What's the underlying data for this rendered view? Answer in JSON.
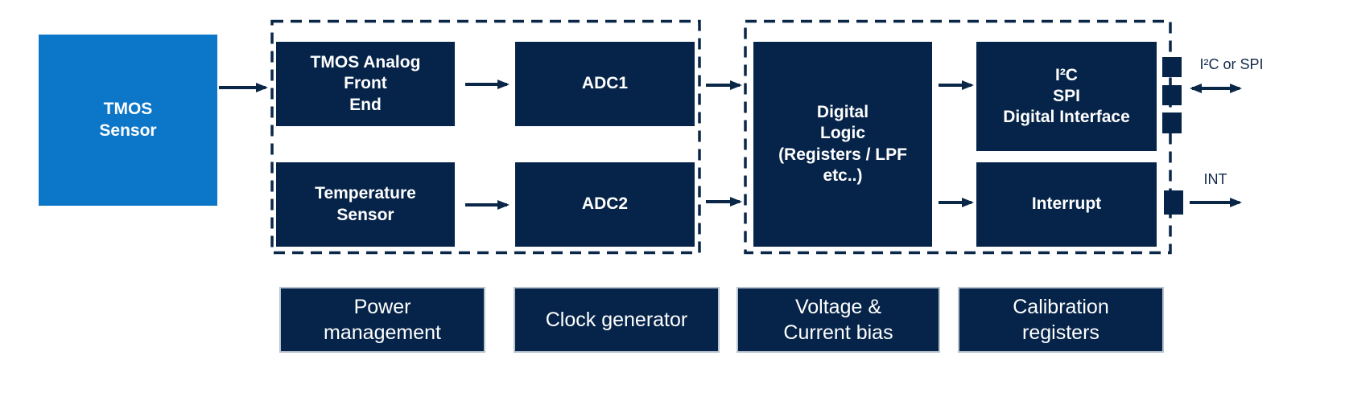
{
  "diagram": {
    "blocks": {
      "tmos_sensor": "TMOS\nSensor",
      "afe": "TMOS Analog\nFront\nEnd",
      "temperature_sensor": "Temperature\nSensor",
      "adc1": "ADC1",
      "adc2": "ADC2",
      "digital_logic": "Digital\nLogic\n(Registers / LPF\netc..)",
      "digital_interface": "I²C\nSPI\nDigital Interface",
      "interrupt": "Interrupt",
      "power_management": "Power\nmanagement",
      "clock_generator": "Clock generator",
      "voltage_current_bias": "Voltage &\nCurrent bias",
      "calibration_registers": "Calibration\nregisters"
    },
    "ports": {
      "i2c_spi": "I²C or SPI",
      "int": "INT"
    },
    "colors": {
      "sensor_blue": "#0c76c8",
      "block_navy": "#062449",
      "line_navy": "#0a2748",
      "port_text_navy": "#12294a",
      "block_text": "#ffffff"
    }
  }
}
